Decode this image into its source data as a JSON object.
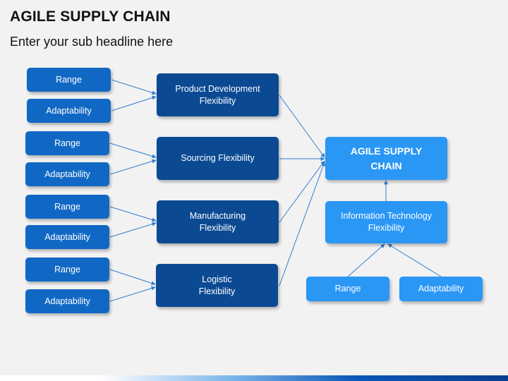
{
  "header": {
    "title": "AGILE SUPPLY CHAIN",
    "subtitle": "Enter your sub headline here"
  },
  "diagram": {
    "groups": [
      {
        "label": "Product Development\nFlexibility",
        "leaves": [
          "Range",
          "Adaptability"
        ]
      },
      {
        "label": "Sourcing Flexibility",
        "leaves": [
          "Range",
          "Adaptability"
        ]
      },
      {
        "label": "Manufacturing\nFlexibility",
        "leaves": [
          "Range",
          "Adaptability"
        ]
      },
      {
        "label": "Logistic\nFlexibility",
        "leaves": [
          "Range",
          "Adaptability"
        ]
      }
    ],
    "hub": "AGILE SUPPLY\nCHAIN",
    "it": {
      "label": "Information Technology\nFlexibility",
      "leaves": [
        "Range",
        "Adaptability"
      ]
    }
  },
  "colors": {
    "leaf": "#1168c4",
    "group": "#0b4a93",
    "hub": "#2a97f5",
    "connector": "#2f7fd0",
    "background": "#f2f2f2"
  }
}
